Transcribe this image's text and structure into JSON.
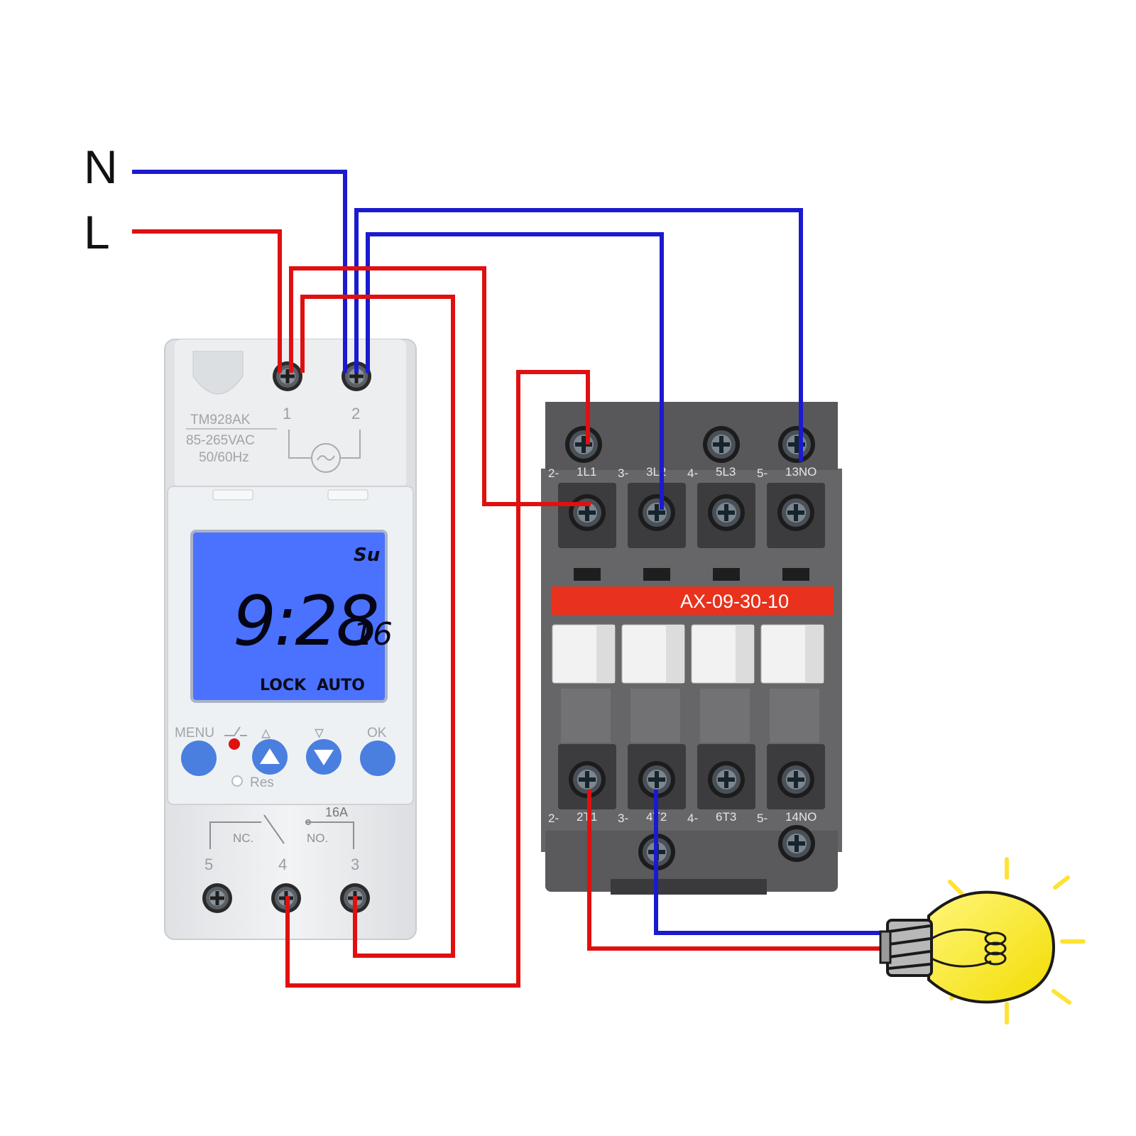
{
  "supply": {
    "neutral_label": "N",
    "line_label": "L",
    "wire_colors": {
      "neutral": "#1a1ad0",
      "line": "#e01010"
    }
  },
  "timer": {
    "model": "TM928AK",
    "voltage": "85-265VAC",
    "frequency": "50/60Hz",
    "top_terminals": [
      "1",
      "2"
    ],
    "lcd": {
      "day": "Su",
      "time": "9:28",
      "seconds": "16",
      "mode_lock": "LOCK",
      "mode_auto": "AUTO",
      "backlight_color": "#4a72ff"
    },
    "buttons": {
      "menu": "MENU",
      "up": "▵",
      "down": "▿",
      "ok": "OK",
      "reset": "Res",
      "color": "#4a7fe0"
    },
    "relay": {
      "rating": "16A",
      "nc_label": "NC.",
      "no_label": "NO.",
      "bottom_terminals": [
        "5",
        "4",
        "3"
      ]
    }
  },
  "contactor": {
    "model": "AX-09-30-10",
    "band_color": "#e8321e",
    "top_labels": [
      {
        "prefix": "2-",
        "name": "1L1"
      },
      {
        "prefix": "3-",
        "name": "3L2"
      },
      {
        "prefix": "4-",
        "name": "5L3"
      },
      {
        "prefix": "5-",
        "name": "13NO"
      }
    ],
    "bottom_labels": [
      {
        "prefix": "2-",
        "name": "2T1"
      },
      {
        "prefix": "3-",
        "name": "4T2"
      },
      {
        "prefix": "4-",
        "name": "6T3"
      },
      {
        "prefix": "5-",
        "name": "14NO"
      }
    ]
  },
  "load": {
    "icon": "light-bulb-icon",
    "glass_color": "#ffee33"
  }
}
